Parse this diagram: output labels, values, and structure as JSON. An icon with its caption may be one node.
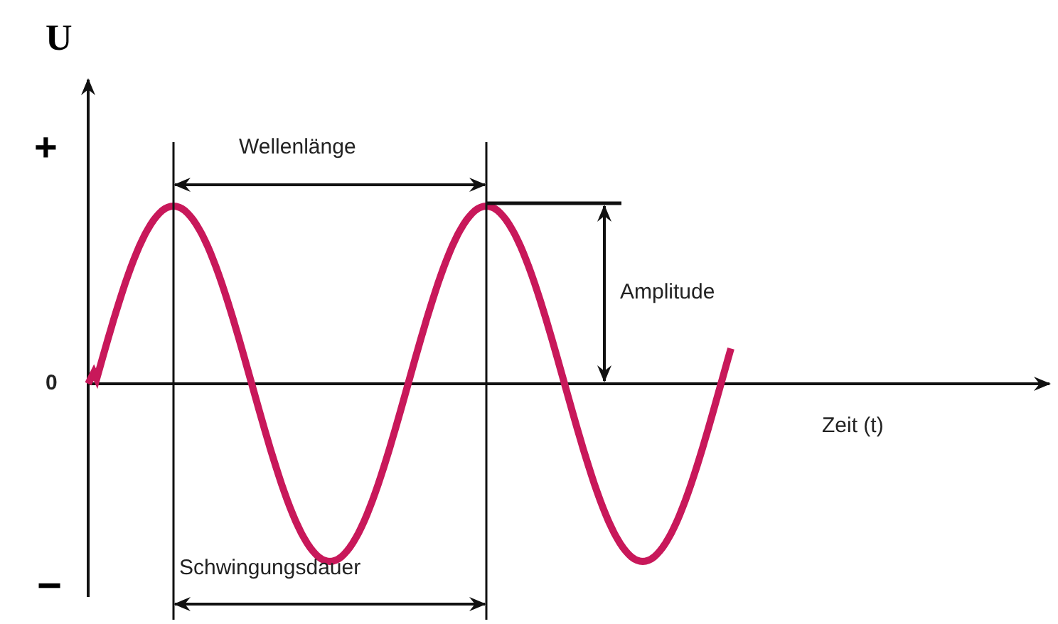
{
  "diagram": {
    "labels": [
      "U",
      "+",
      "Wellenlänge",
      "Amplitude",
      "0",
      "Zeit (t)",
      "Schwingungsdauer",
      "−"
    ]
  }
}
